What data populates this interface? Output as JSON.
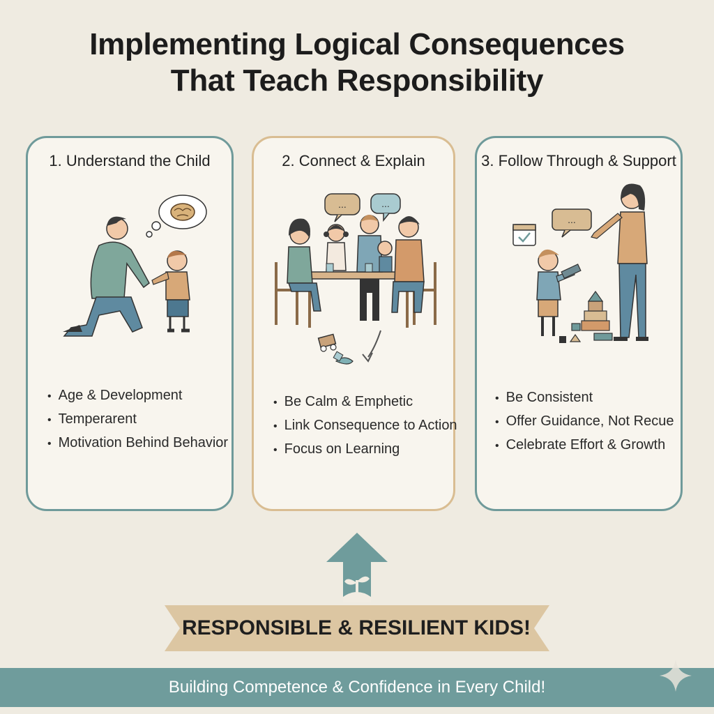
{
  "title": {
    "line1": "Implementing Logical Consequences",
    "line2": "That Teach Responsibility"
  },
  "cards": [
    {
      "title": "1. Understand the Child",
      "bullets": [
        "Age & Development",
        "Temperarent",
        "Motivation Behind Behavior"
      ],
      "border_color": "#6f9a9a",
      "icons": [
        "thought-bubble-icon",
        "brain-icon"
      ]
    },
    {
      "title": "2. Connect & Explain",
      "bullets": [
        "Be Calm & Emphetic",
        "Link Consequence to Action",
        "Focus on Learning"
      ],
      "border_color": "#d9bd92",
      "icons": [
        "speech-bubble-icon",
        "curved-arrow-icon",
        "spilled-toy-icon"
      ]
    },
    {
      "title": "3. Follow Through & Support",
      "bullets": [
        "Be Consistent",
        "Offer Guidance, Not Recue",
        "Celebrate Effort & Growth"
      ],
      "border_color": "#6f9a9a",
      "icons": [
        "calendar-check-icon",
        "speech-bubble-icon",
        "block-tower-icon"
      ]
    }
  ],
  "banner": {
    "text": "RESPONSIBLE & RESILIENT KIDS!"
  },
  "footer": {
    "text": "Building Competence & Confidence in Every Child!"
  },
  "colors": {
    "teal": "#6f9c9c",
    "tan": "#d9bd92",
    "background": "#efebe1"
  }
}
